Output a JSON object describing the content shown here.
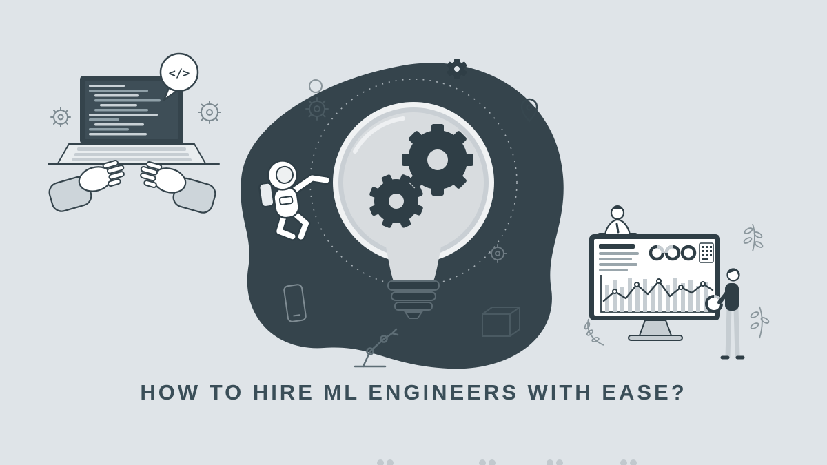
{
  "hero": {
    "title": "HOW TO HIRE ML ENGINEERS WITH EASE?"
  },
  "bubble": {
    "label": "</>"
  },
  "colors": {
    "background": "#dfe4e8",
    "ink": "#35444c",
    "blob": "#35444c",
    "bulb_glass": "#d8dcdf",
    "light_gray": "#c6cdd2",
    "white": "#ffffff"
  },
  "illustration": {
    "left": "laptop-with-code-and-hands",
    "left_badge": "code-speech-bubble",
    "center": "lightbulb-with-gears-inside-dark-blob",
    "center_figure": "floating-astronaut",
    "right": "analytics-monitor-with-two-people"
  }
}
